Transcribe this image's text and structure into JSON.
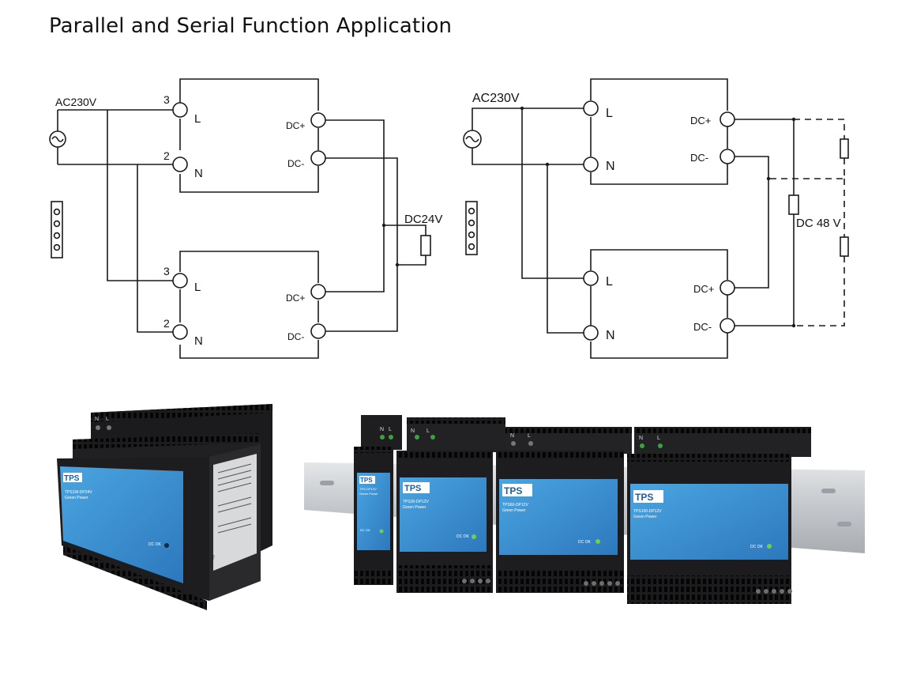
{
  "title": "Parallel and Serial Function Application",
  "parallel_diagram": {
    "source_label": "AC230V",
    "unit_top": {
      "pin_l_number": "3",
      "pin_n_number": "2",
      "l": "L",
      "n": "N",
      "dc_plus": "DC+",
      "dc_minus": "DC-"
    },
    "unit_bottom": {
      "pin_l_number": "3",
      "pin_n_number": "2",
      "l": "L",
      "n": "N",
      "dc_plus": "DC+",
      "dc_minus": "DC-"
    },
    "output_label": "DC24V"
  },
  "serial_diagram": {
    "source_label": "AC230V",
    "unit_top": {
      "l": "L",
      "n": "N",
      "dc_plus": "DC+",
      "dc_minus": "DC-"
    },
    "unit_bottom": {
      "l": "L",
      "n": "N",
      "dc_plus": "DC+",
      "dc_minus": "DC-"
    },
    "output_label": "DC 48 V"
  },
  "product_photo_single": {
    "brand": "TPS",
    "terminal_labels": [
      "N",
      "L"
    ],
    "model_text": "TPS1W-DP24V",
    "series_text": "Green Power",
    "indicator_label": "DC OK",
    "side_mark": "RoHS"
  },
  "product_photo_row": {
    "modules": [
      {
        "brand": "TPS",
        "terminal_labels": [
          "N",
          "L"
        ],
        "model_text": "TPS-DP12V",
        "series_text": "Green Power",
        "indicator_label": "DC OK"
      },
      {
        "brand": "TPS",
        "terminal_labels": [
          "N",
          "L"
        ],
        "model_text": "TPS30-DP12V",
        "series_text": "Green Power",
        "indicator_label": "DC OK"
      },
      {
        "brand": "TPS",
        "terminal_labels": [
          "N",
          "L"
        ],
        "model_text": "TPS60-DP12V",
        "series_text": "Green Power",
        "indicator_label": "DC OK"
      },
      {
        "brand": "TPS",
        "terminal_labels": [
          "N",
          "L"
        ],
        "model_text": "TPS100-DP12V",
        "series_text": "Green Power",
        "indicator_label": "DC OK"
      }
    ]
  },
  "colors": {
    "module_label_blue": "#3a8fcf",
    "module_body": "#1e1e20",
    "din_rail": "#c9ccd0",
    "led_green": "#6cd24a"
  }
}
